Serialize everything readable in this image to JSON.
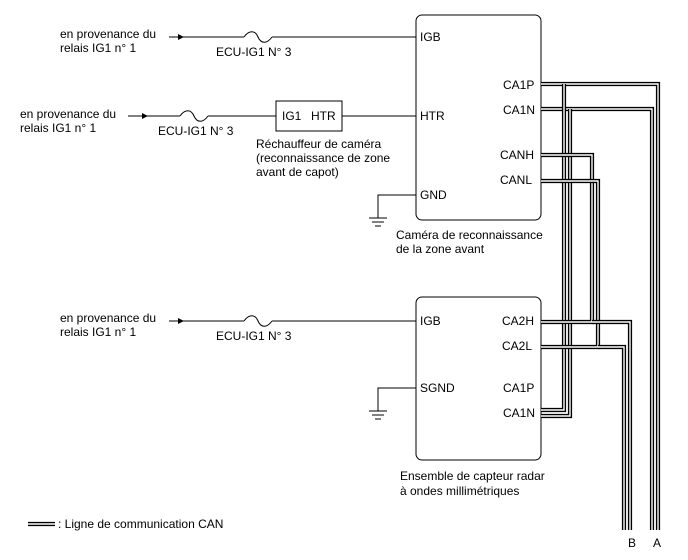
{
  "sources": {
    "top_line1": "en provenance du",
    "top_line2": "relais IG1 n° 1",
    "mid_line1": "en provenance du",
    "mid_line2": "relais IG1 n° 1",
    "low_line1": "en provenance du",
    "low_line2": "relais IG1 n° 1"
  },
  "fuses": {
    "top": "ECU-IG1 N° 3",
    "mid": "ECU-IG1 N° 3",
    "low": "ECU-IG1 N° 3"
  },
  "heater": {
    "pin_in": "IG1",
    "pin_out": "HTR",
    "caption_line1": "Réchauffeur de caméra",
    "caption_line2": "(reconnaissance de zone",
    "caption_line3": "avant de capot)"
  },
  "camera": {
    "pins_left": [
      "IGB",
      "HTR",
      "GND"
    ],
    "pins_right": [
      "CA1P",
      "CA1N",
      "CANH",
      "CANL"
    ],
    "caption_line1": "Caméra de reconnaissance",
    "caption_line2": "de la zone avant"
  },
  "radar": {
    "pins_left": [
      "IGB",
      "SGND"
    ],
    "pins_right": [
      "CA2H",
      "CA2L",
      "CA1P",
      "CA1N"
    ],
    "caption_line1": "Ensemble de capteur radar",
    "caption_line2": "à ondes millimétriques"
  },
  "bus_ends": [
    "B",
    "A"
  ],
  "legend": {
    "label": ": Ligne de communication CAN"
  }
}
